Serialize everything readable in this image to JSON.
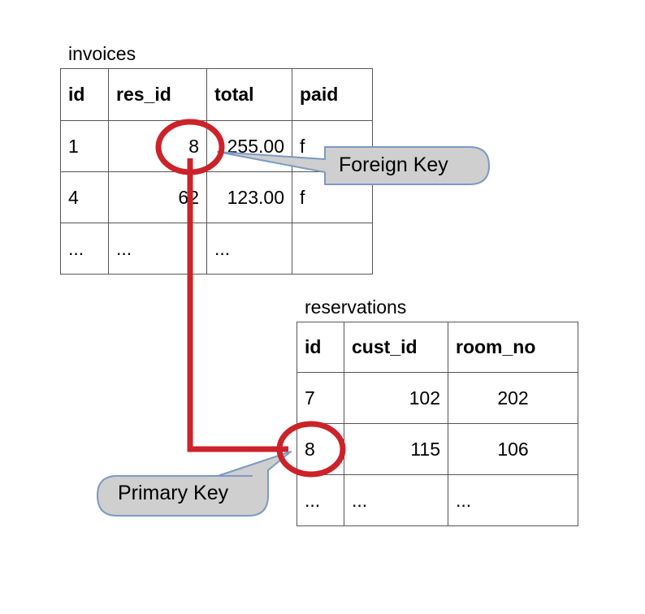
{
  "diagram": {
    "type": "er-foreign-key-illustration",
    "colors": {
      "relation_line": "#CC2229",
      "highlight_circle": "#CC2229",
      "callout_fill": "#CFCFCF",
      "callout_border": "#7B9AC4",
      "table_border": "#555555",
      "text": "#000000",
      "background": "#FFFFFF"
    }
  },
  "tables": {
    "invoices": {
      "title": "invoices",
      "columns": [
        {
          "header": "id",
          "align": "left"
        },
        {
          "header": "res_id",
          "align": "right"
        },
        {
          "header": "total",
          "align": "right"
        },
        {
          "header": "paid",
          "align": "left"
        }
      ],
      "rows": [
        {
          "id": "1",
          "res_id": "8",
          "total": "255.00",
          "paid": "f"
        },
        {
          "id": "4",
          "res_id": "62",
          "total": "123.00",
          "paid": "f"
        },
        {
          "id": "...",
          "res_id": "...",
          "total": "...",
          "paid": ""
        }
      ]
    },
    "reservations": {
      "title": "reservations",
      "columns": [
        {
          "header": "id",
          "align": "left"
        },
        {
          "header": "cust_id",
          "align": "right"
        },
        {
          "header": "room_no",
          "align": "center"
        }
      ],
      "rows": [
        {
          "id": "7",
          "cust_id": "102",
          "room_no": "202"
        },
        {
          "id": "8",
          "cust_id": "115",
          "room_no": "106"
        },
        {
          "id": "...",
          "cust_id": "...",
          "room_no": "..."
        }
      ]
    }
  },
  "callouts": {
    "foreign_key": {
      "label": "Foreign Key",
      "points_to": "invoices.res_id = 8"
    },
    "primary_key": {
      "label": "Primary Key",
      "points_to": "reservations.id = 8"
    }
  },
  "highlights": [
    {
      "name": "foreign-key-value",
      "value": "8",
      "table": "invoices",
      "column": "res_id"
    },
    {
      "name": "primary-key-value",
      "value": "8",
      "table": "reservations",
      "column": "id"
    }
  ]
}
